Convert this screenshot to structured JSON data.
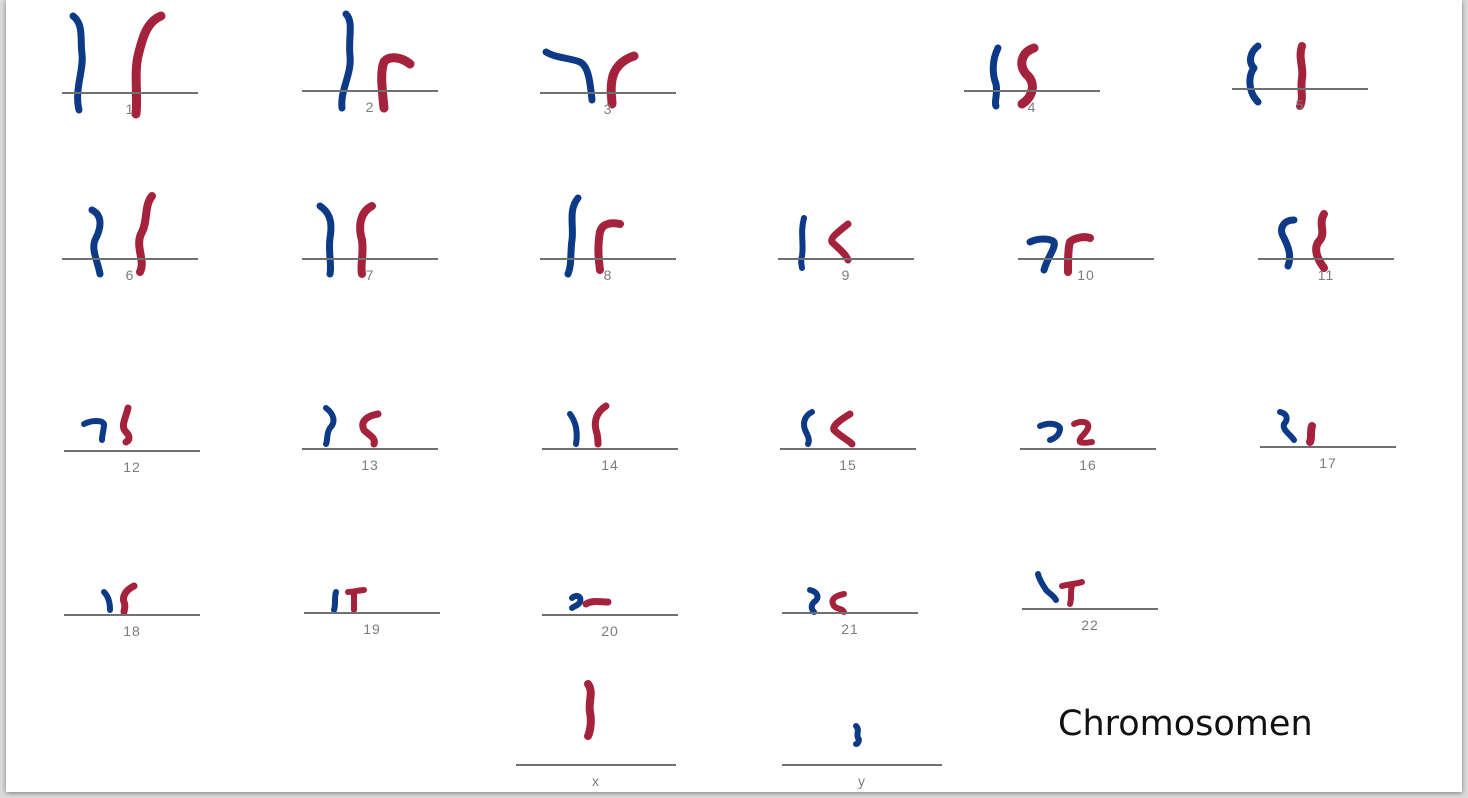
{
  "colors": {
    "maternal": "#0d3a87",
    "paternal": "#a4223c",
    "baseline": "#6f7072",
    "number": "#7c7c7c"
  },
  "title": "Chromosomen",
  "pairs": [
    {
      "id": "1",
      "label": "1"
    },
    {
      "id": "2",
      "label": "2"
    },
    {
      "id": "3",
      "label": "3"
    },
    {
      "id": "4",
      "label": "4"
    },
    {
      "id": "5",
      "label": "5"
    },
    {
      "id": "6",
      "label": "6"
    },
    {
      "id": "7",
      "label": "7"
    },
    {
      "id": "8",
      "label": "8"
    },
    {
      "id": "9",
      "label": "9"
    },
    {
      "id": "10",
      "label": "10"
    },
    {
      "id": "11",
      "label": "11"
    },
    {
      "id": "12",
      "label": "12"
    },
    {
      "id": "13",
      "label": "13"
    },
    {
      "id": "14",
      "label": "14"
    },
    {
      "id": "15",
      "label": "15"
    },
    {
      "id": "16",
      "label": "16"
    },
    {
      "id": "17",
      "label": "17"
    },
    {
      "id": "18",
      "label": "18"
    },
    {
      "id": "19",
      "label": "19"
    },
    {
      "id": "20",
      "label": "20"
    },
    {
      "id": "21",
      "label": "21"
    },
    {
      "id": "22",
      "label": "22"
    },
    {
      "id": "x",
      "label": "x"
    },
    {
      "id": "y",
      "label": "y"
    }
  ]
}
